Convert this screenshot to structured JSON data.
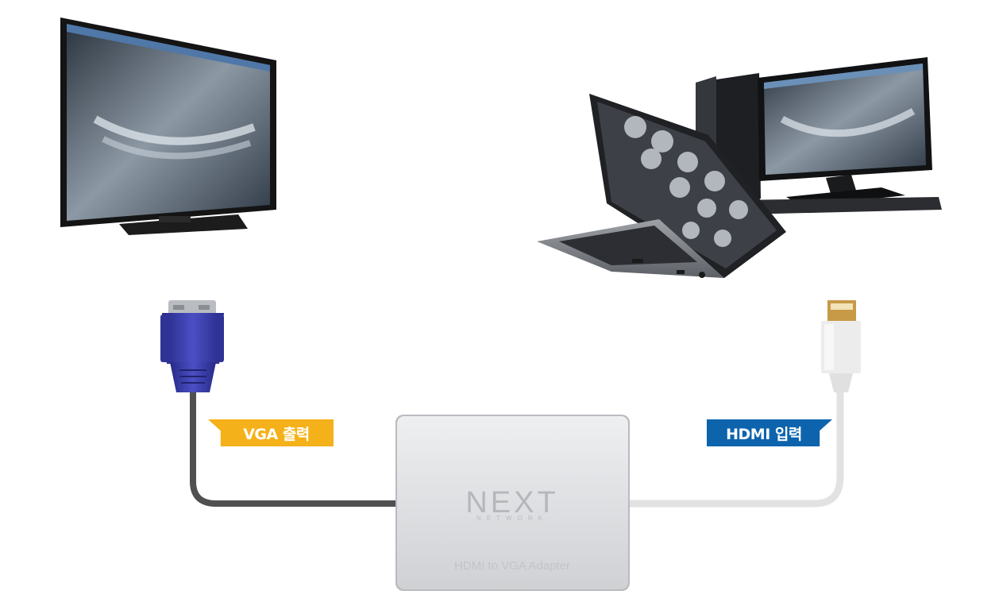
{
  "labels": {
    "vga": "VGA 출력",
    "hdmi": "HDMI 입력"
  },
  "adapter": {
    "logo": "NEXT",
    "logo_sub": "NETWORK",
    "name": "HDMI to VGA Adapter"
  },
  "colors": {
    "vga_tag": "#f5b119",
    "hdmi_tag": "#0d64ad",
    "vga_connector": "#3a3aa8",
    "vga_cable": "#505050",
    "hdmi_cable": "#e2e2e2",
    "adapter_body": "#dcdde0"
  },
  "icons": [
    "tv-icon",
    "laptop-icon",
    "desktop-monitor-icon",
    "vga-connector-icon",
    "hdmi-connector-icon"
  ]
}
